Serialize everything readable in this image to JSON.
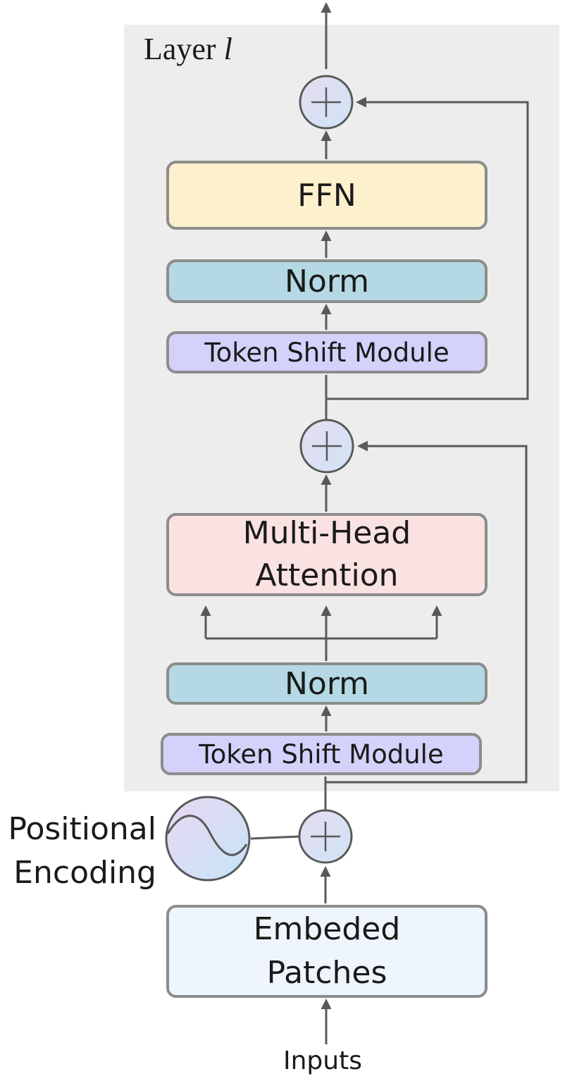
{
  "layer": {
    "title_prefix": "Layer ",
    "title_var": "l"
  },
  "blocks": {
    "ffn": "FFN",
    "norm_top": "Norm",
    "token_shift_top": "Token Shift Module",
    "attention_line1": "Multi-Head",
    "attention_line2": "Attention",
    "norm_bottom": "Norm",
    "token_shift_bottom": "Token Shift Module",
    "embed_line1": "Embeded",
    "embed_line2": "Patches"
  },
  "labels": {
    "positional_line1": "Positional",
    "positional_line2": "Encoding",
    "inputs": "Inputs"
  },
  "colors": {
    "layer_background": "#ededed",
    "ffn": "#fdf0cc",
    "norm": "#b5d9e4",
    "token_shift": "#d4d2fb",
    "attention": "#f9e2e1",
    "embed": "#eef5fc",
    "adder": "#d9def2",
    "arrow": "#595959"
  }
}
